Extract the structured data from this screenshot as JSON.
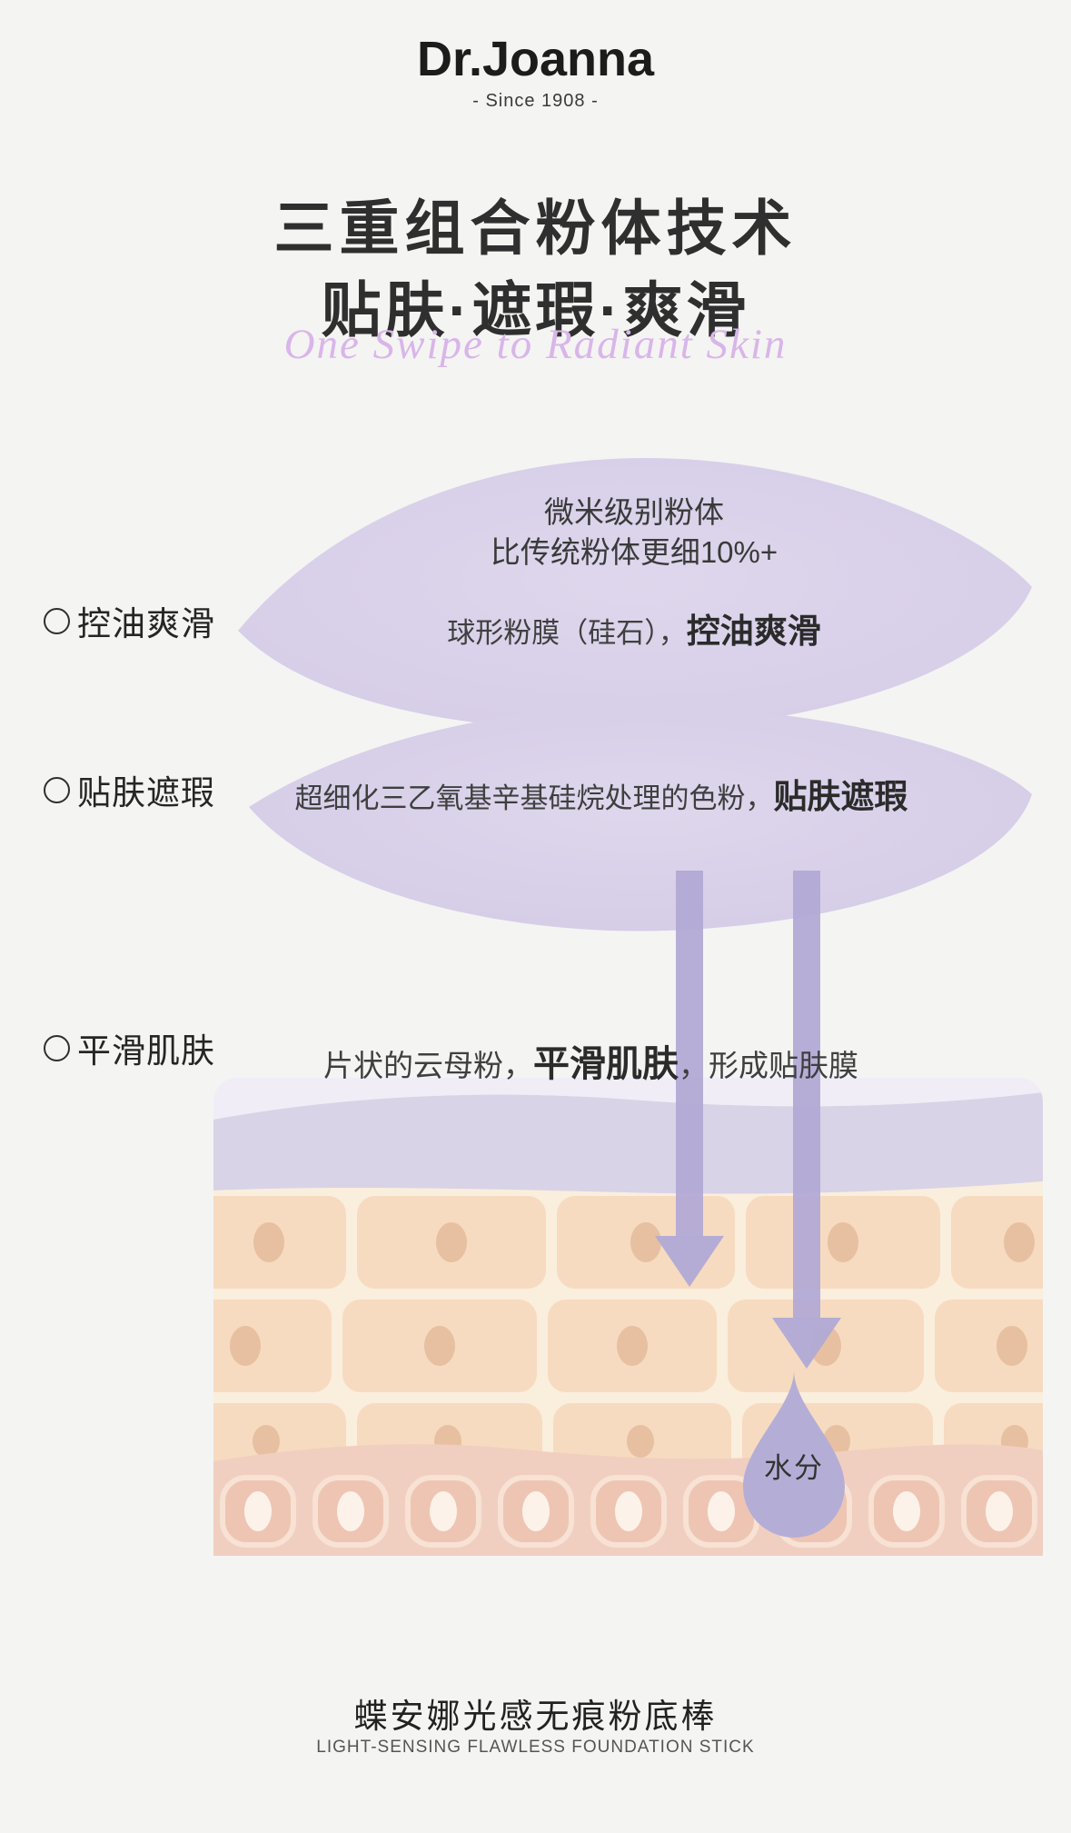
{
  "brand": {
    "logo": "Dr.Joanna",
    "since": "- Since 1908 -"
  },
  "title": {
    "line1": "三重组合粉体技术",
    "line2": "贴肤·遮瑕·爽滑",
    "english": "One Swipe to Radiant Skin"
  },
  "side_labels": [
    {
      "text": "控油爽滑"
    },
    {
      "text": "贴肤遮瑕"
    },
    {
      "text": "平滑肌肤"
    }
  ],
  "layers": {
    "layer1": {
      "line1": "微米级别粉体",
      "line2": "比传统粉体更细10%+",
      "desc_prefix": "球形粉膜（硅石），",
      "desc_bold": "控油爽滑"
    },
    "layer2": {
      "desc_prefix": "超细化三乙氧基辛基硅烷处理的色粉，",
      "desc_bold": "贴肤遮瑕"
    },
    "layer3": {
      "desc_prefix": "片状的云母粉，",
      "desc_bold": "平滑肌肤",
      "desc_suffix": "，形成贴肤膜"
    }
  },
  "droplet": {
    "label": "水分"
  },
  "footer": {
    "product_cn": "蝶安娜光感无痕粉底棒",
    "product_en": "LIGHT-SENSING FLAWLESS FOUNDATION STICK"
  },
  "colors": {
    "background": "#f4f4f3",
    "accent_purple_text": "#d9b5e9",
    "powder_shape": "#d7cee8",
    "arrow": "#b2aad5",
    "droplet": "#b4aed7",
    "film_light": "#f0edf7",
    "film_dark": "#d9d3e7",
    "skin_gap": "#faeedd",
    "skin_cell": "#f6dbc0",
    "skin_nucleus": "#e6c0a0",
    "dermis_band": "#f1cfc0",
    "dermis_cell": "#eec5b3",
    "dermis_core": "#fcf2e9"
  }
}
